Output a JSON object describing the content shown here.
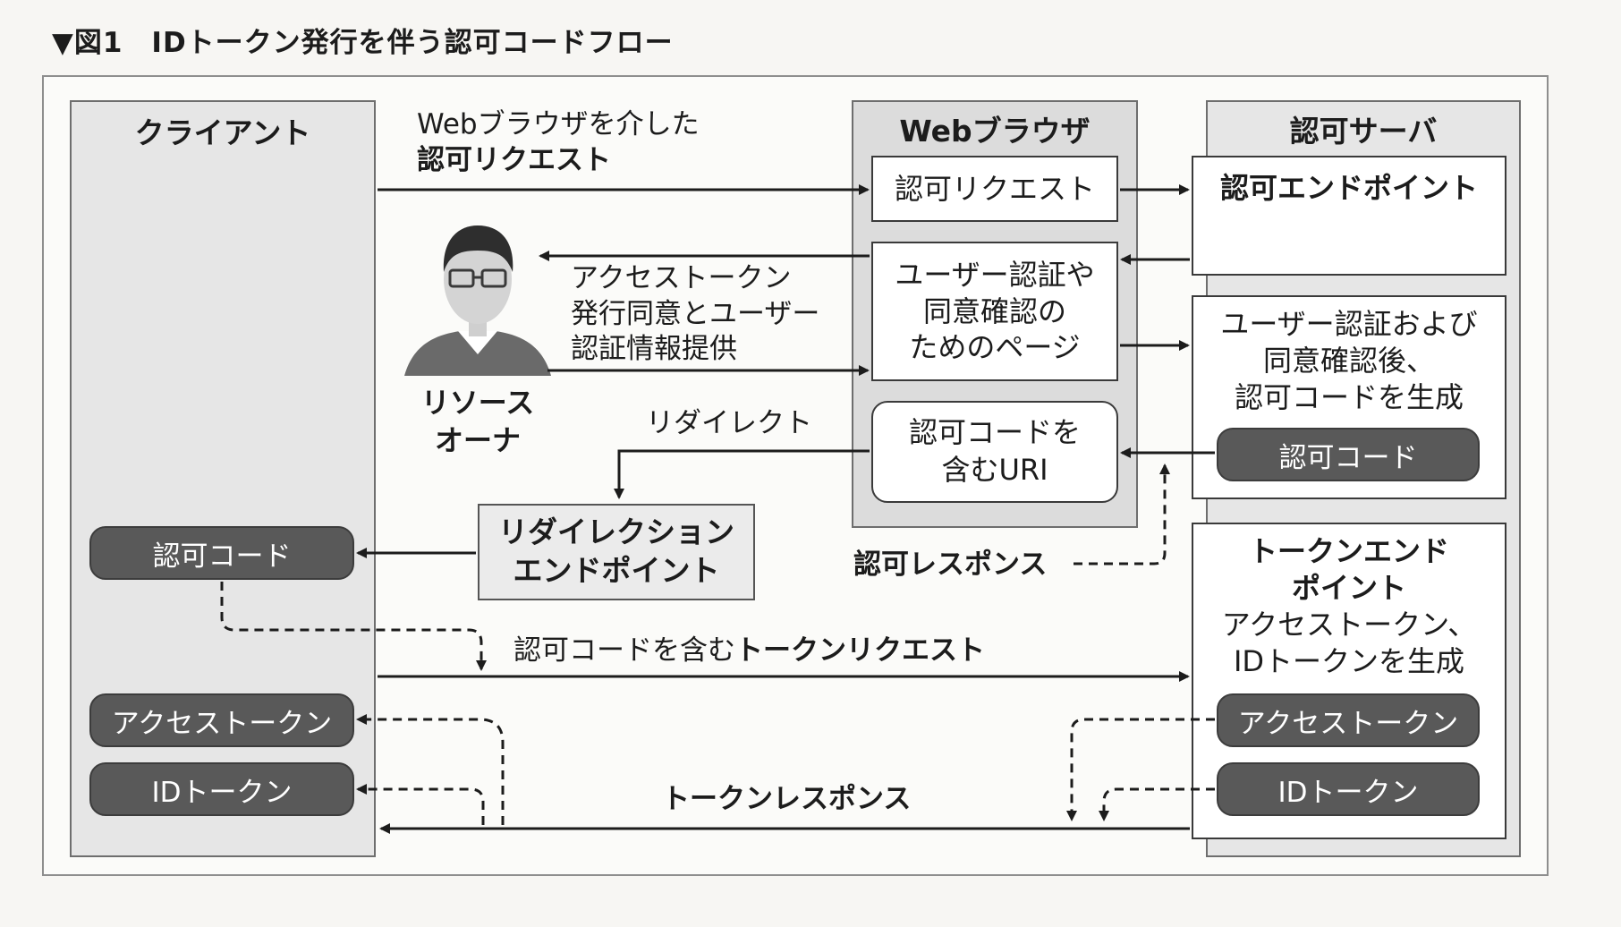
{
  "figure_title": "▼図1　IDトークン発行を伴う認可コードフロー",
  "columns": {
    "client": "クライアント",
    "browser": "Webブラウザ",
    "auth_server": "認可サーバ"
  },
  "browser_boxes": {
    "auth_request": "認可リクエスト",
    "consent_page_l1": "ユーザー認証や",
    "consent_page_l2": "同意確認の",
    "consent_page_l3": "ためのページ",
    "code_uri_l1": "認可コードを",
    "code_uri_l2": "含むURI"
  },
  "server_boxes": {
    "authz_endpoint": "認可エンドポイント",
    "after_auth_l1": "ユーザー認証および",
    "after_auth_l2": "同意確認後、",
    "after_auth_l3": "認可コードを生成",
    "token_endpoint_l1": "トークンエンド",
    "token_endpoint_l2": "ポイント",
    "token_gen_l1": "アクセストークン、",
    "token_gen_l2": "IDトークンを生成"
  },
  "pills": {
    "server_auth_code": "認可コード",
    "client_auth_code": "認可コード",
    "client_access_token": "アクセストークン",
    "client_id_token": "IDトークン",
    "server_access_token": "アクセストークン",
    "server_id_token": "IDトークン"
  },
  "resource_owner": {
    "line1": "リソース",
    "line2": "オーナ"
  },
  "redirect_endpoint": {
    "line1": "リダイレクション",
    "line2": "エンドポイント"
  },
  "labels": {
    "req_line1": "Webブラウザを介した",
    "req_line2": "認可リクエスト",
    "consent_l1": "アクセストークン",
    "consent_l2": "発行同意とユーザー",
    "consent_l3": "認証情報提供",
    "redirect": "リダイレクト",
    "auth_response": "認可レスポンス",
    "token_request_prefix": "認可コードを含む",
    "token_request_bold": "トークンリクエスト",
    "token_response": "トークンレスポンス"
  }
}
